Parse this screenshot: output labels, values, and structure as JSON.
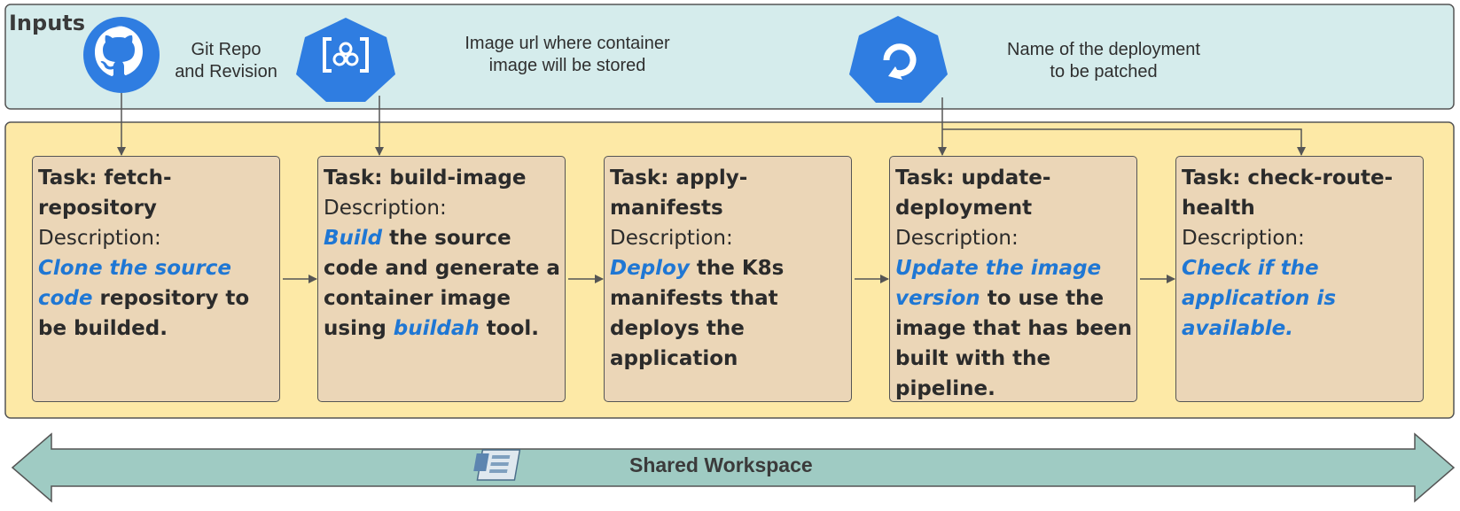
{
  "inputs": {
    "title": "Inputs",
    "items": [
      {
        "icon": "github-icon",
        "label": "Git Repo\nand Revision"
      },
      {
        "icon": "container-registry-icon",
        "label": "Image url where container\nimage will be stored"
      },
      {
        "icon": "deployment-icon",
        "label": "Name of the deployment\nto be patched"
      }
    ]
  },
  "tasks": [
    {
      "title": "Task: fetch-repository",
      "desc_label": "Description:",
      "body_hl": "Clone the source code",
      "body_rest": " repository to be builded."
    },
    {
      "title": "Task: build-image",
      "desc_label": "Description:",
      "body_hl": "Build",
      "body_mid": " the source code and generate a container image using ",
      "body_hl2": "buildah",
      "body_rest": " tool."
    },
    {
      "title": "Task: apply-manifests",
      "desc_label": "Description:",
      "body_hl": "Deploy",
      "body_rest": " the K8s manifests that deploys the application"
    },
    {
      "title": "Task: update-deployment",
      "desc_label": "Description:",
      "body_hl": "Update the image version",
      "body_rest": " to use the image that has been built with the pipeline."
    },
    {
      "title": "Task: check-route-health",
      "desc_label": "Description:",
      "body_hl": "Check if the application is available.",
      "body_rest": ""
    }
  ],
  "workspace": {
    "label": "Shared Workspace",
    "icon": "workspace-icon"
  },
  "colors": {
    "inputs_bg": "#d5ecec",
    "pipeline_bg": "#fde9a6",
    "task_bg": "#ebd6b7",
    "icon_blue": "#2f7de1",
    "highlight": "#1f77d4",
    "arrow_fill": "#9fcbc3"
  }
}
